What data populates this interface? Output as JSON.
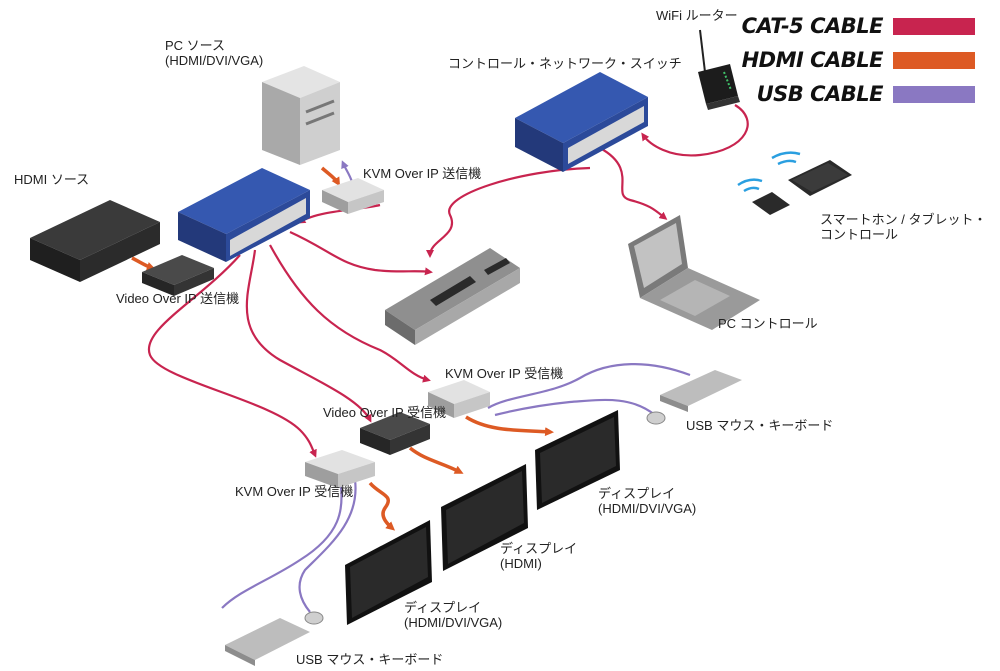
{
  "legend": {
    "cat5": {
      "label": "CAT-5 CABLE",
      "color": "#c8244f"
    },
    "hdmi": {
      "label": "HDMI CABLE",
      "color": "#dd5a24"
    },
    "usb": {
      "label": "USB CABLE",
      "color": "#8a78c2"
    }
  },
  "labels": {
    "wifi_router": "WiFi ルーター",
    "network_switch": "コントロール・ネットワーク・スイッチ",
    "pc_source": "PC ソース\n(HDMI/DVI/VGA)",
    "hdmi_source": "HDMI ソース",
    "kvm_tx": "KVM Over IP 送信機",
    "video_tx": "Video Over IP 送信機",
    "smart_devices": "スマートホン / タブレット・\nコントロール",
    "pc_control": "PC コントロール",
    "kvm_rx_upper": "KVM Over IP 受信機",
    "video_rx": "Video Over IP 受信機",
    "usb_kb_upper": "USB マウス・キーボード",
    "kvm_rx_lower": "KVM Over IP 受信機",
    "display_right": "ディスプレイ\n(HDMI/DVI/VGA)",
    "display_mid": "ディスプレイ\n(HDMI)",
    "display_left": "ディスプレイ\n(HDMI/DVI/VGA)",
    "usb_kb_lower": "USB マウス・キーボード"
  },
  "colors": {
    "switch_blue": "#2c4a9a",
    "device_gray": "#c9c9c9",
    "dark_device": "#2a2a2a",
    "screen": "#1e1e1e"
  }
}
